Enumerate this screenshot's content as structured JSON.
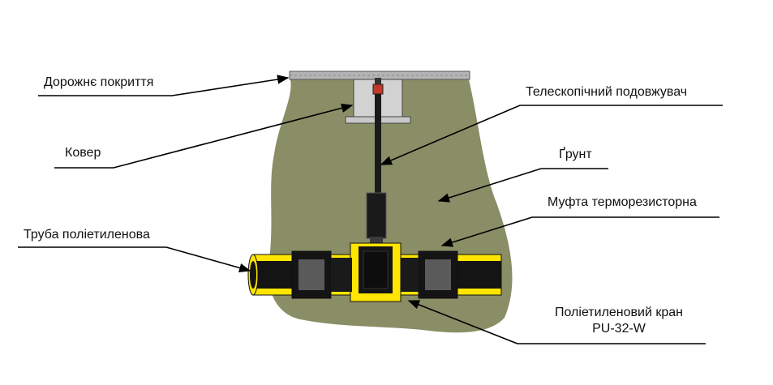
{
  "labels": {
    "road_surface": "Дорожнє покриття",
    "cover": "Ковер",
    "pipe": "Труба поліетиленова",
    "extension": "Телескопічний подовжувач",
    "soil": "Ґрунт",
    "coupling": "Муфта терморезисторна",
    "valve_line1": "Поліетиленовий кран",
    "valve_line2": "PU-32-W"
  },
  "colors": {
    "soil": "#8a8e66",
    "pipe_yellow": "#ffe500",
    "pipe_black": "#141414",
    "road": "#b4b4b4",
    "cover": "#d2d2d2",
    "coupling_grey": "#5a5a5a",
    "line": "#000000"
  }
}
